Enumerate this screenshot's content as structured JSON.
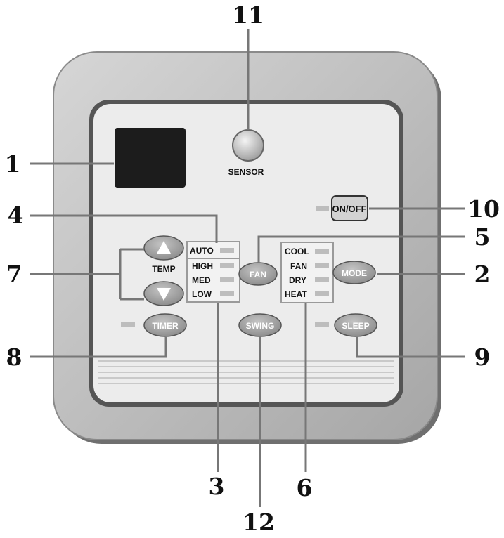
{
  "callouts": {
    "c1": "1",
    "c2": "2",
    "c3": "3",
    "c4": "4",
    "c5": "5",
    "c6": "6",
    "c7": "7",
    "c8": "8",
    "c9": "9",
    "c10": "10",
    "c11": "11",
    "c12": "12"
  },
  "panel": {
    "sensor_label": "SENSOR",
    "temp_label": "TEMP",
    "fan_speeds": [
      "AUTO",
      "HIGH",
      "MED",
      "LOW"
    ],
    "modes": [
      "COOL",
      "FAN",
      "DRY",
      "HEAT"
    ]
  },
  "buttons": {
    "on_off": "ON/OFF",
    "fan": "FAN",
    "mode": "MODE",
    "timer": "TIMER",
    "swing": "SWING",
    "sleep": "SLEEP"
  },
  "icons": {
    "temp_up": "triangle-up-icon",
    "temp_down": "triangle-down-icon"
  },
  "colors": {
    "frame_outer": "#bdbdbd",
    "panel_face": "#ececec",
    "display": "#1c1c1c",
    "button_gray": "#9a9a9a",
    "indicator": "#bdbdbd"
  }
}
